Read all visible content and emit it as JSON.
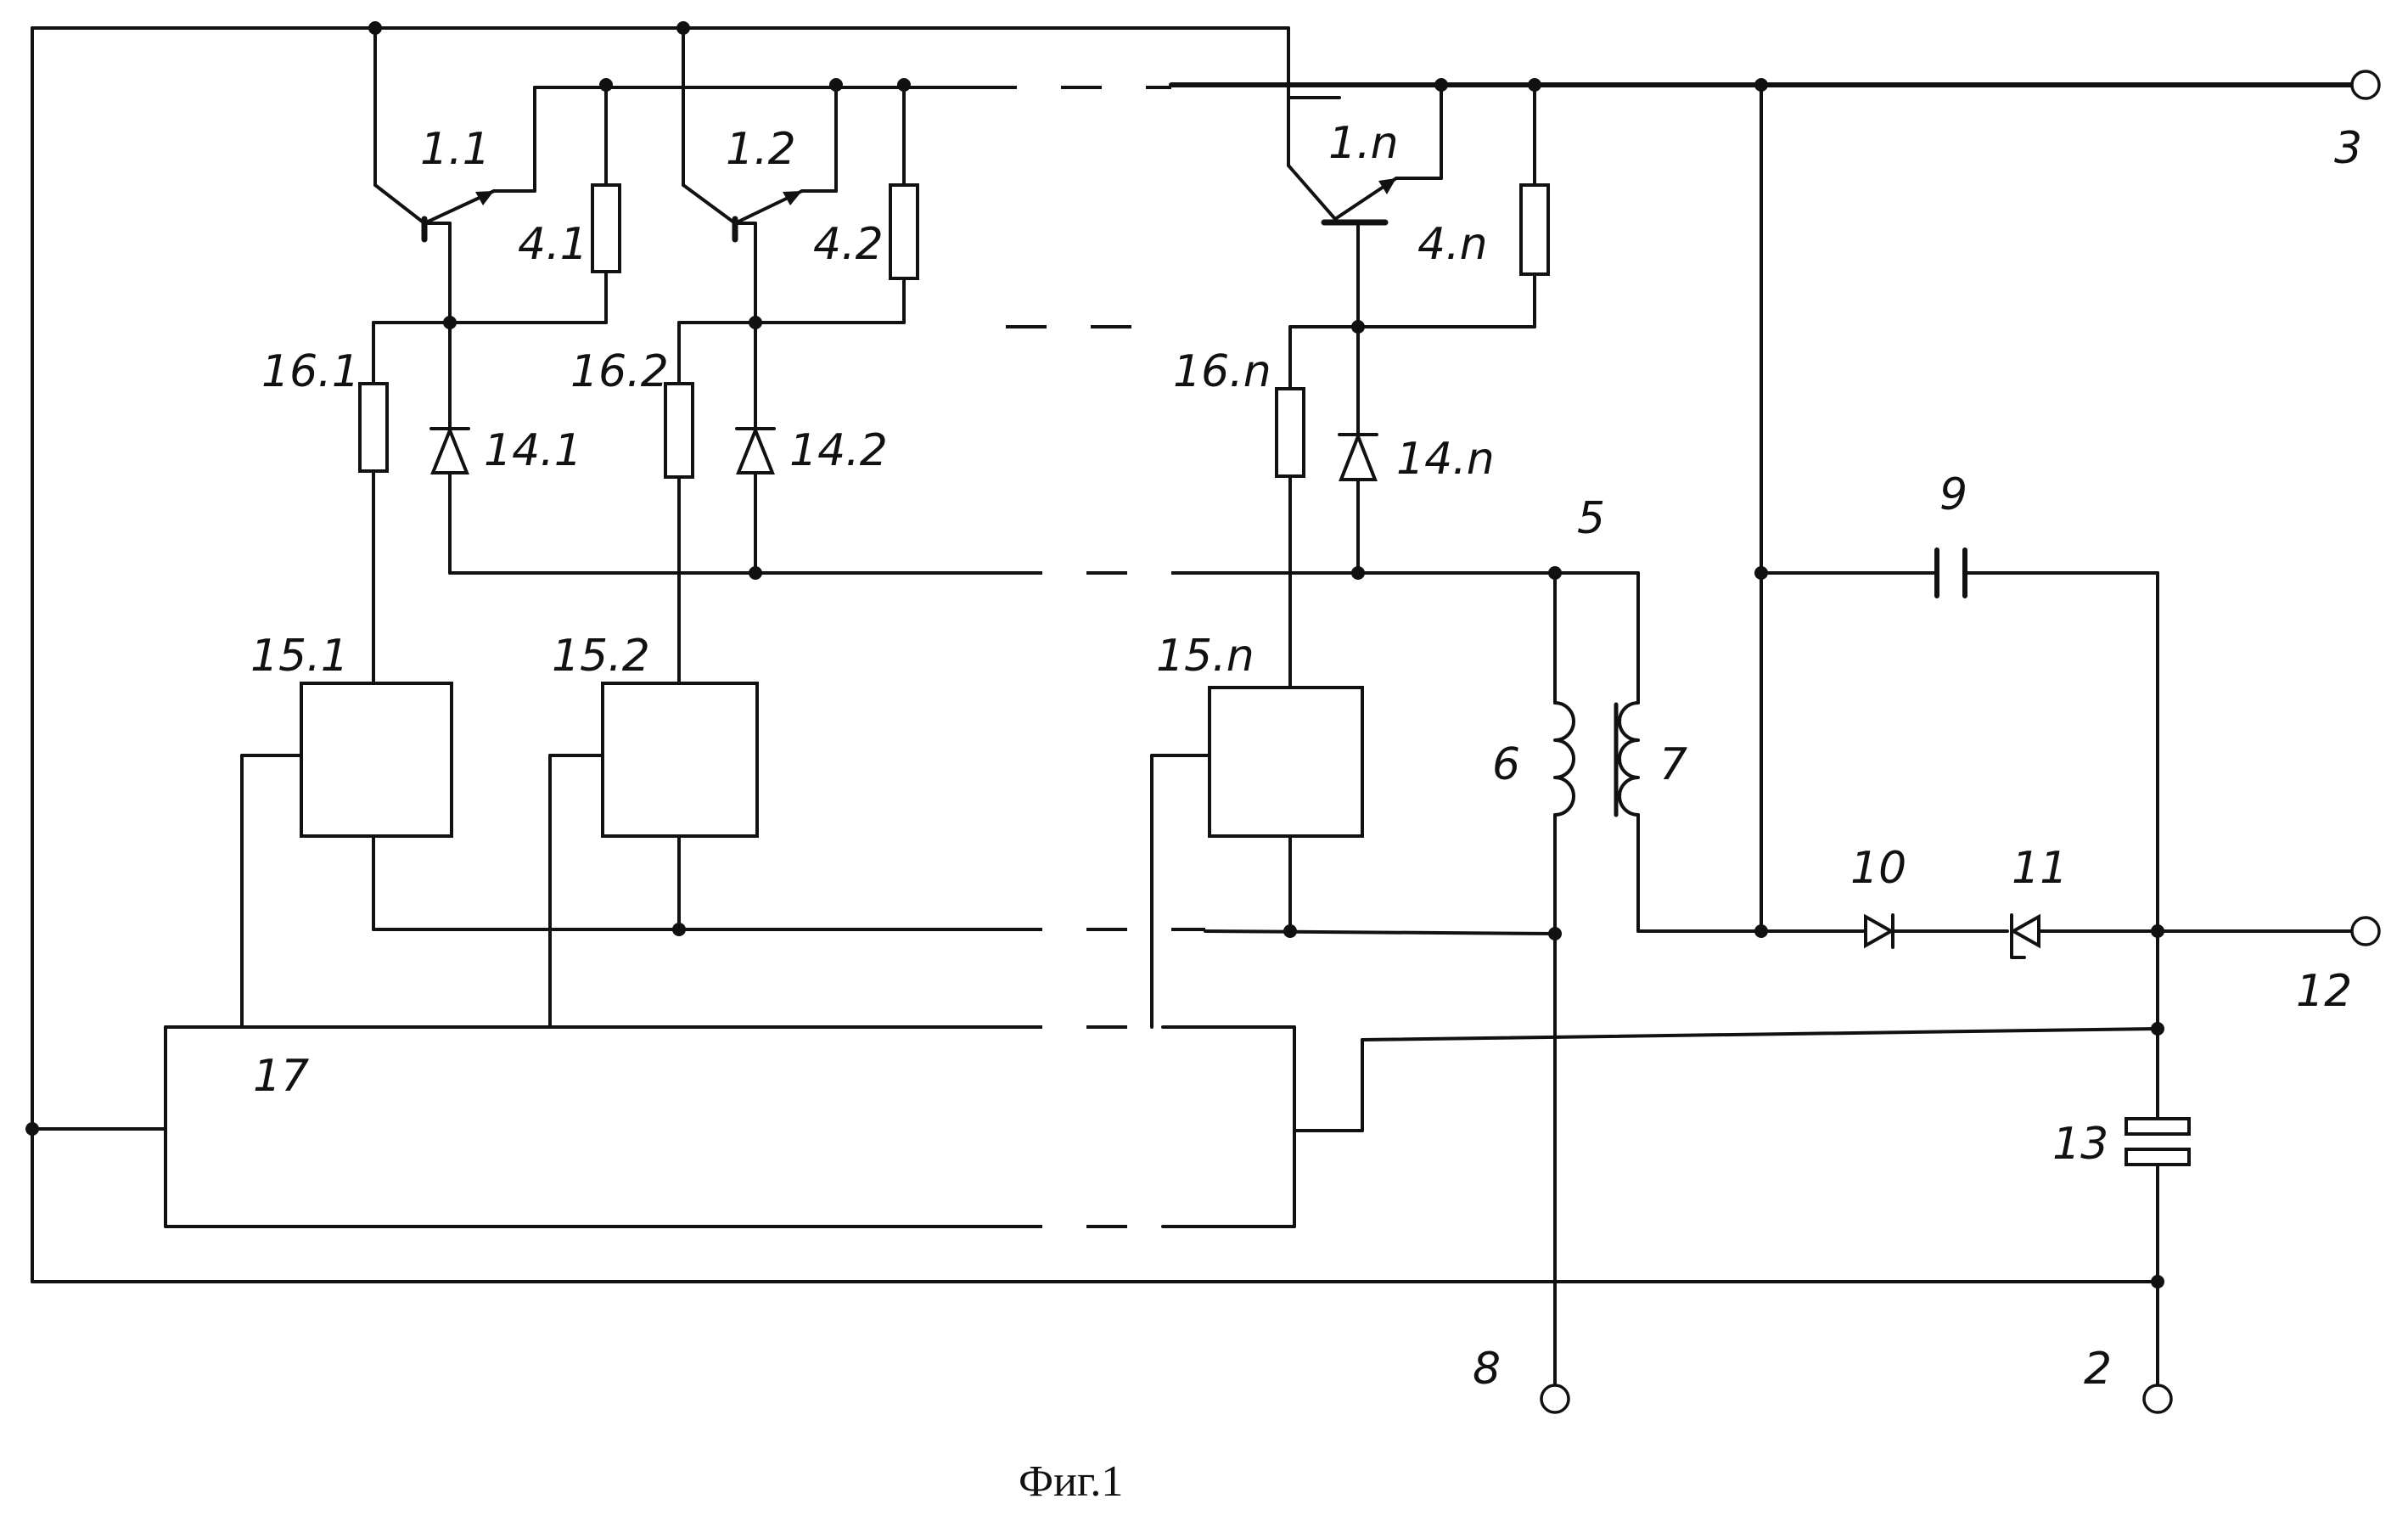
{
  "caption": "Фиг.1",
  "labels": {
    "t1_1": "1.1",
    "t1_2": "1.2",
    "t1_n": "1.n",
    "r4_1": "4.1",
    "r4_2": "4.2",
    "r4_n": "4.n",
    "r16_1": "16.1",
    "r16_2": "16.2",
    "r16_n": "16.n",
    "d14_1": "14.1",
    "d14_2": "14.2",
    "d14_n": "14.n",
    "b15_1": "15.1",
    "b15_2": "15.2",
    "b15_n": "15.n",
    "n2": "2",
    "n3": "3",
    "n5": "5",
    "n6": "6",
    "n7": "7",
    "n8": "8",
    "n9": "9",
    "n10": "10",
    "n11": "11",
    "n12": "12",
    "n13": "13",
    "n17": "17"
  }
}
